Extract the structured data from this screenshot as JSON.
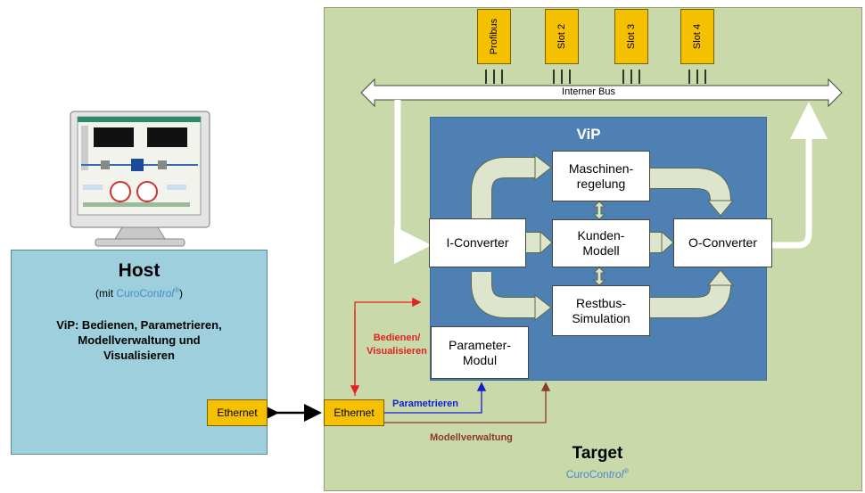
{
  "slots": [
    "Profibus",
    "Slot 2",
    "Slot 3",
    "Slot 4"
  ],
  "bus_label": "Interner Bus",
  "vip_title": "ViP",
  "blocks": {
    "maschinen_l1": "Maschinen-",
    "maschinen_l2": "regelung",
    "kunden_l1": "Kunden-",
    "kunden_l2": "Modell",
    "restbus_l1": "Restbus-",
    "restbus_l2": "Simulation",
    "i_converter": "I-Converter",
    "o_converter": "O-Converter",
    "param_l1": "Parameter-",
    "param_l2": "Modul"
  },
  "host": {
    "title": "Host",
    "sub_prefix": "(mit ",
    "brand_a": "CuroCon",
    "brand_b": "trol",
    "reg": "®",
    "sub_suffix": ")",
    "desc_l1": "ViP: Bedienen, Parametrieren,",
    "desc_l2": "Modellverwaltung und",
    "desc_l3": "Visualisieren",
    "ethernet": "Ethernet"
  },
  "target": {
    "title": "Target",
    "brand_a": "CuroCon",
    "brand_b": "trol",
    "reg": "®",
    "ethernet": "Ethernet"
  },
  "labels": {
    "bedienen_l1": "Bedienen/",
    "bedienen_l2": "Visualisieren",
    "parametrieren": "Parametrieren",
    "modellverwaltung": "Modellverwaltung"
  },
  "colors": {
    "red": "#e32222",
    "blue": "#1020d0",
    "brown": "#8b3a2c",
    "slot": "#f5c000",
    "target_bg": "#c9d9a9",
    "host_bg": "#9dcfdc",
    "vip_bg": "#4f80b3"
  }
}
